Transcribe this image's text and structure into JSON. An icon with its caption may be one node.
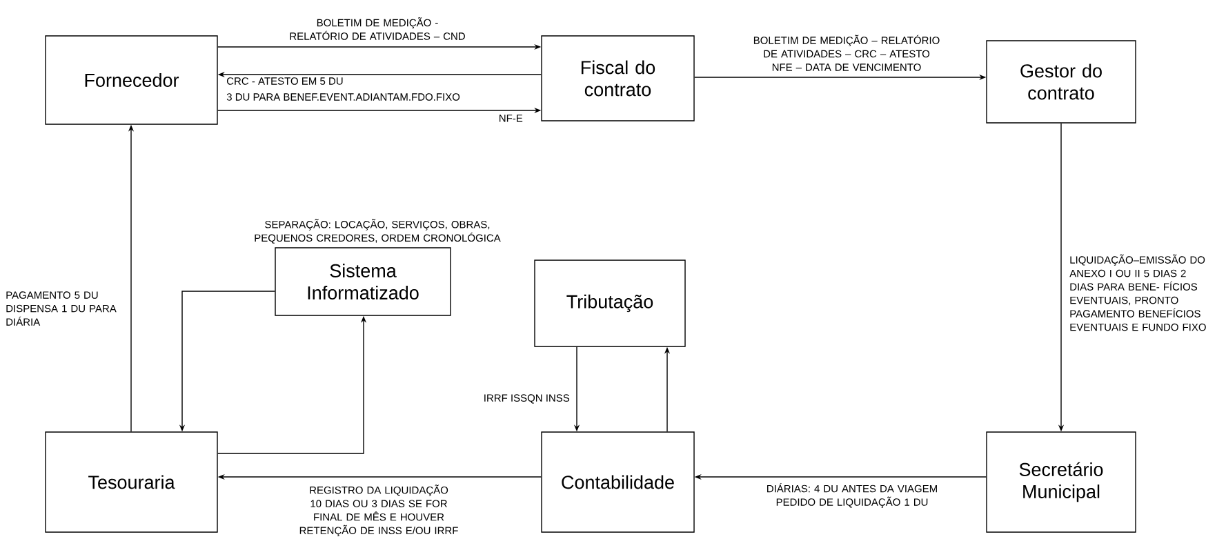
{
  "diagram": {
    "nodes": [
      {
        "text": [
          "Fornecedor"
        ]
      },
      {
        "text": [
          "Fiscal do contrato"
        ]
      },
      {
        "text": [
          "Gestor do contrato"
        ]
      },
      {
        "text": [
          "Sistema Informatizado"
        ],
        "beside": [
          "SEPARAÇÃO: LOCAÇÃO, SERVIÇOS, OBRAS, PEQUENOS CREDORES, ORDEM CRONOLÓGICA"
        ]
      },
      {
        "text": [
          "Tributação"
        ]
      },
      {
        "text": [
          "Tesouraria"
        ]
      },
      {
        "text": [
          "Contabilidade"
        ]
      },
      {
        "text": [
          "Secretário Municipal"
        ]
      }
    ],
    "edges": [
      {
        "from": 0,
        "to": 1,
        "arrow": "to",
        "label": "BOLETIM DE MEDIÇÃO - RELATÓRIO DE ATIVIDADES – CND"
      },
      {
        "from": 1,
        "to": 0,
        "arrow": "to",
        "label": "CRC - ATESTO EM 5 DU"
      },
      {
        "from": 0,
        "to": 1,
        "arrow": "to",
        "label": "NF-E"
      },
      {
        "from": 1,
        "to": 2,
        "arrow": "to",
        "label": "BOLETIM DE MEDIÇÃO – RELATÓRIO DE ATIVIDADES – CRC – ATESTO NFE – DATA DE VENCIMENTO"
      },
      {
        "from": 2,
        "to": 7,
        "arrow": "to",
        "label": "LIQUIDAÇÃO–EMISSÃO DO ANEXO I OU II 5 DIAS 2 DIAS PARA BENE- FÍCIOS EVENTUAIS, PRONTO PAGAMENTO BENEFÍCIOS EVENTUAIS E FUNDO FIXO"
      },
      {
        "from": 7,
        "to": 6,
        "arrow": "to",
        "label": "DIÁRIAS: 4 DU ANTES DA VIAGEM PEDIDO DE LIQUIDAÇÃO 1 DU"
      },
      {
        "from": 6,
        "to": 5,
        "arrow": "to",
        "label": "REGISTRO DA LIQUIDAÇÃO 10 DIAS OU 3 DIAS SE FOR FINAL DE MÊS E HOUVER RETENÇÃO DE INSS E/OU IRRF"
      },
      {
        "from": 5,
        "to": 3,
        "arrow": "to"
      },
      {
        "from": 3,
        "to": 5,
        "arrow": "to"
      },
      {
        "from": 6,
        "to": 4,
        "arrow": "to"
      },
      {
        "from": 4,
        "to": 6,
        "arrow": "to",
        "label": "IRRF ISSQN INSS"
      },
      {
        "from": 5,
        "to": 0,
        "arrow": "to",
        "label": "PAGAMENTO 5 DU DISPENSA 1 DU PARA DIÁRIA"
      }
    ],
    "labels": [
      "3 DU PARA BENEF.EVENT.ADIANTAM.FDO.FIXO"
    ]
  }
}
